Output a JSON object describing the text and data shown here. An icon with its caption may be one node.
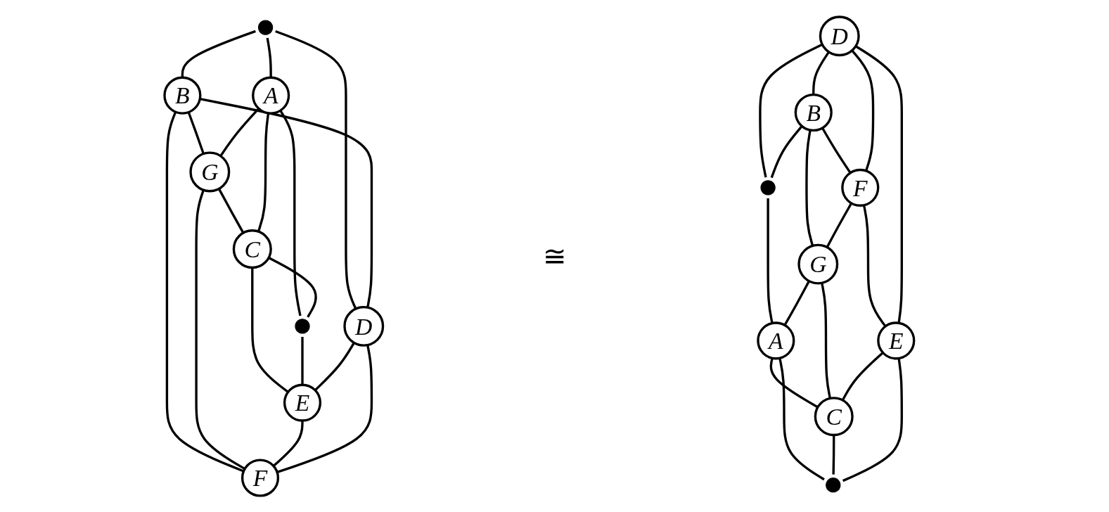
{
  "diagram": {
    "nodes": [
      {
        "text": [],
        "shape": "circle"
      },
      {
        "text": [
          "D"
        ]
      },
      {
        "text": [
          "B"
        ]
      },
      {
        "text": [
          "A"
        ]
      },
      {
        "text": [
          "G"
        ]
      },
      {
        "text": [
          "F"
        ]
      },
      {
        "text": [
          "C"
        ]
      },
      {
        "text": [
          "E"
        ]
      },
      {
        "text": [],
        "shape": "circle"
      },
      {
        "text": [
          "D"
        ]
      },
      {
        "text": [
          "B"
        ]
      },
      {
        "text": [
          "F"
        ]
      },
      {
        "text": [],
        "shape": "circle"
      },
      {
        "text": [
          "G"
        ]
      },
      {
        "text": [
          "E"
        ]
      },
      {
        "text": [
          "A"
        ]
      },
      {
        "text": [
          "C"
        ]
      },
      {
        "text": [],
        "shape": "circle"
      }
    ],
    "edges": [
      {
        "from": 0,
        "to": 2,
        "arrow": "none"
      },
      {
        "from": 0,
        "to": 3,
        "arrow": "none"
      },
      {
        "from": 0,
        "to": 1,
        "arrow": "none"
      },
      {
        "from": 2,
        "to": 1,
        "arrow": "none"
      },
      {
        "from": 2,
        "to": 4,
        "arrow": "none"
      },
      {
        "from": 2,
        "to": 5,
        "arrow": "none"
      },
      {
        "from": 3,
        "to": 4,
        "arrow": "none"
      },
      {
        "from": 4,
        "to": 5,
        "arrow": "none"
      },
      {
        "from": 4,
        "to": 6,
        "arrow": "none"
      },
      {
        "from": 3,
        "to": 6,
        "arrow": "none"
      },
      {
        "from": 3,
        "to": 8,
        "arrow": "none"
      },
      {
        "from": 6,
        "to": 8,
        "arrow": "none"
      },
      {
        "from": 6,
        "to": 7,
        "arrow": "none"
      },
      {
        "from": 8,
        "to": 7,
        "arrow": "none"
      },
      {
        "from": 7,
        "to": 5,
        "arrow": "none"
      },
      {
        "from": 1,
        "to": 5,
        "arrow": "none"
      },
      {
        "from": 1,
        "to": 7,
        "arrow": "none"
      },
      {
        "from": 9,
        "to": 12,
        "arrow": "none"
      },
      {
        "from": 12,
        "to": 15,
        "arrow": "none"
      },
      {
        "from": 10,
        "to": 12,
        "arrow": "none"
      },
      {
        "from": 10,
        "to": 13,
        "arrow": "none"
      },
      {
        "from": 11,
        "to": 13,
        "arrow": "none"
      },
      {
        "from": 11,
        "to": 14,
        "arrow": "none"
      },
      {
        "from": 13,
        "to": 15,
        "arrow": "none"
      },
      {
        "from": 13,
        "to": 16,
        "arrow": "none"
      },
      {
        "from": 14,
        "to": 16,
        "arrow": "none"
      },
      {
        "from": 14,
        "to": 17,
        "arrow": "none"
      },
      {
        "from": 14,
        "to": 9,
        "arrow": "none"
      },
      {
        "from": 9,
        "to": 10,
        "arrow": "none"
      },
      {
        "from": 10,
        "to": 11,
        "arrow": "none"
      },
      {
        "from": 9,
        "to": 11,
        "arrow": "none"
      },
      {
        "from": 15,
        "to": 16,
        "arrow": "none"
      },
      {
        "from": 15,
        "to": 17,
        "arrow": "none"
      },
      {
        "from": 16,
        "to": 17,
        "arrow": "none"
      }
    ],
    "labels": [
      "≅"
    ]
  }
}
